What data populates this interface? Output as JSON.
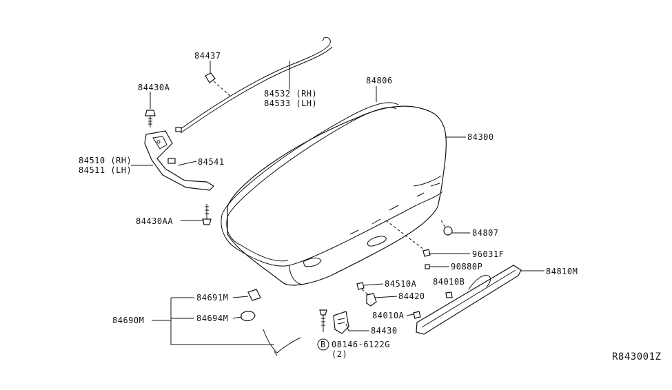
{
  "labels": {
    "l84437": "84437",
    "l84430A": "84430A",
    "l84532": "84532 (RH)",
    "l84533": "84533 (LH)",
    "l84806": "84806",
    "l84300": "84300",
    "l84510": "84510 (RH)",
    "l84511": "84511 (LH)",
    "l84541": "84541",
    "l84430AA": "84430AA",
    "l84807": "84807",
    "l96031F": "96031F",
    "l90880P": "90880P",
    "l84810M": "84810M",
    "l84510A": "84510A",
    "l84010B": "84010B",
    "l84420": "84420",
    "l84691M": "84691M",
    "l84690M": "84690M",
    "l84694M": "84694M",
    "l84010A": "84010A",
    "l84430": "84430",
    "lBolt": "08146-6122G",
    "lBoltQty": "(2)",
    "boltSymbol": "B"
  },
  "diagram_code": "R843001Z"
}
